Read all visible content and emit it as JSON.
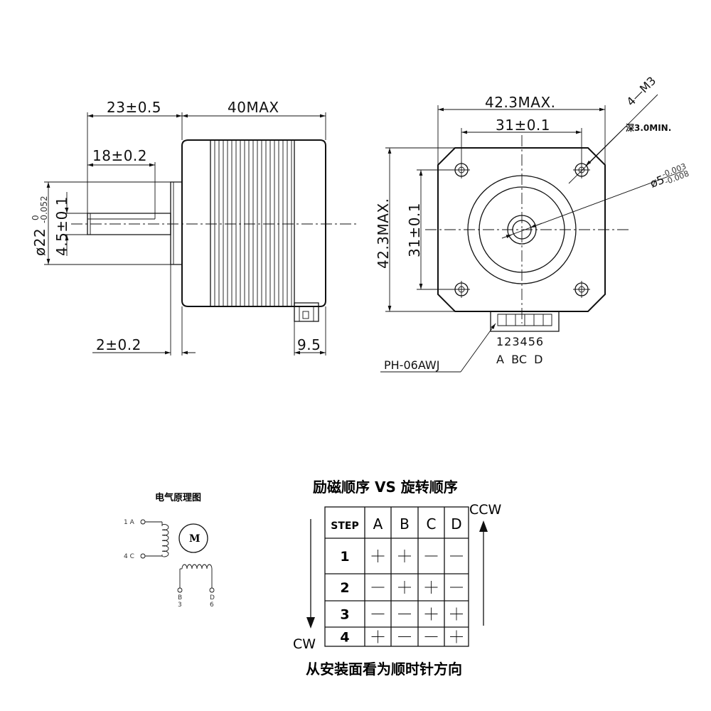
{
  "side_view": {
    "dim_shaft_length": "23±0.5",
    "dim_body_length": "40MAX",
    "dim_flat_length": "18±0.2",
    "dim_boss_diameter": "ø22",
    "dim_boss_tol_upper": "0",
    "dim_boss_tol_lower": "-0.052",
    "dim_flat_depth": "4.5±0.1",
    "dim_boss_height": "2±0.2",
    "dim_connector": "9.5"
  },
  "front_view": {
    "dim_width": "42.3MAX.",
    "dim_hole_spacing_h": "31±0.1",
    "dim_height": "42.3MAX.",
    "dim_hole_spacing_v": "31±0.1",
    "thread_label": "4—M3",
    "depth_label": "深3.0MIN.",
    "shaft_diameter": "ø5",
    "shaft_tol_upper": "-0.003",
    "shaft_tol_lower": "-0.008",
    "pin_numbers": "123456",
    "pin_phases": "A  BC  D",
    "connector_label": "PH-06AWJ"
  },
  "schematic": {
    "title": "电气原理图",
    "motor_label": "M",
    "terminal_1": "1 A",
    "terminal_4": "4 C",
    "terminal_b": "B",
    "terminal_3": "3",
    "terminal_d": "D",
    "terminal_6": "6"
  },
  "sequence_table": {
    "title": "励磁顺序 VS 旋转顺序",
    "ccw_label": "CCW",
    "cw_label": "CW",
    "footer": "从安装面看为顺时针方向",
    "headers": [
      "STEP",
      "A",
      "B",
      "C",
      "D"
    ],
    "steps": [
      {
        "step": "1",
        "A": "+",
        "B": "+",
        "C": "−",
        "D": "−"
      },
      {
        "step": "2",
        "A": "−",
        "B": "+",
        "C": "+",
        "D": "−"
      },
      {
        "step": "3",
        "A": "−",
        "B": "−",
        "C": "+",
        "D": "+"
      },
      {
        "step": "4",
        "A": "+",
        "B": "−",
        "C": "−",
        "D": "+"
      }
    ]
  }
}
